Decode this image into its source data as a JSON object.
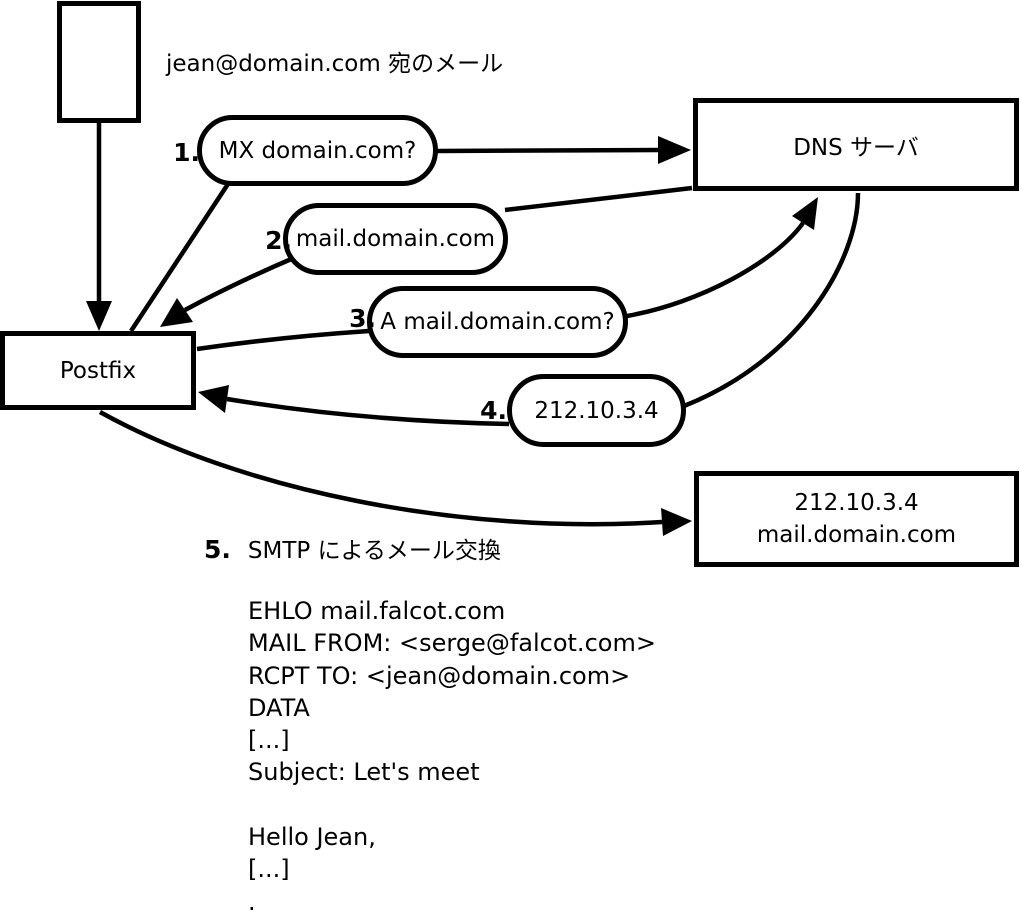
{
  "diagram": {
    "header": "jean@domain.com 宛のメール",
    "nodes": {
      "postfix": "Postfix",
      "dns": "DNS サーバ",
      "target_line1": "212.10.3.4",
      "target_line2": "mail.domain.com"
    },
    "steps": [
      {
        "num": "1.",
        "label": "MX domain.com?"
      },
      {
        "num": "2.",
        "label": "mail.domain.com"
      },
      {
        "num": "3.",
        "label": "A mail.domain.com?"
      },
      {
        "num": "4.",
        "label": "212.10.3.4"
      },
      {
        "num": "5.",
        "label": "SMTP によるメール交換"
      }
    ],
    "smtp_session": {
      "lines": [
        "EHLO mail.falcot.com",
        "MAIL FROM: <serge@falcot.com>",
        "RCPT TO: <jean@domain.com>",
        "DATA",
        "[...]",
        "Subject: Let's meet",
        "",
        "Hello Jean,",
        "[...]",
        "."
      ]
    },
    "colors": {
      "stroke": "#000000",
      "background": "#ffffff"
    }
  }
}
